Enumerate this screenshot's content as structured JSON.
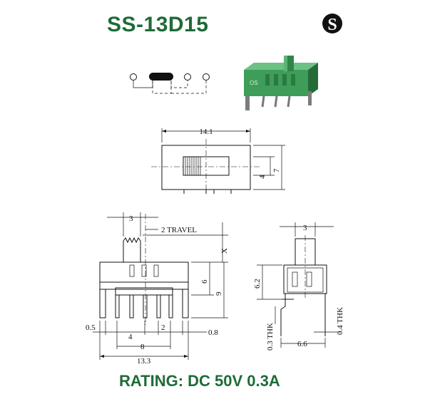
{
  "header": {
    "model": "SS-13D15",
    "logo_letter": "S"
  },
  "colors": {
    "brand_green": "#1e6b37",
    "switch_body": "#3f9d5a",
    "switch_dark": "#256b3a"
  },
  "top_view": {
    "width": "14.1",
    "height_inner": "4",
    "height_outer": "7"
  },
  "front_view": {
    "actuator_width": "3",
    "travel": "2 TRAVEL",
    "x_label": "X",
    "h6": "6",
    "h9": "9",
    "p05": "0.5",
    "p4": "4",
    "p2": "2",
    "p08": "0.8",
    "p8": "8",
    "p133": "13.3"
  },
  "side_view": {
    "actuator_width": "3",
    "h62": "6.2",
    "thk03": "0.3 THK",
    "thk04": "0.4 THK",
    "w66": "6.6"
  },
  "footer": {
    "rating": "RATING: DC 50V 0.3A"
  }
}
